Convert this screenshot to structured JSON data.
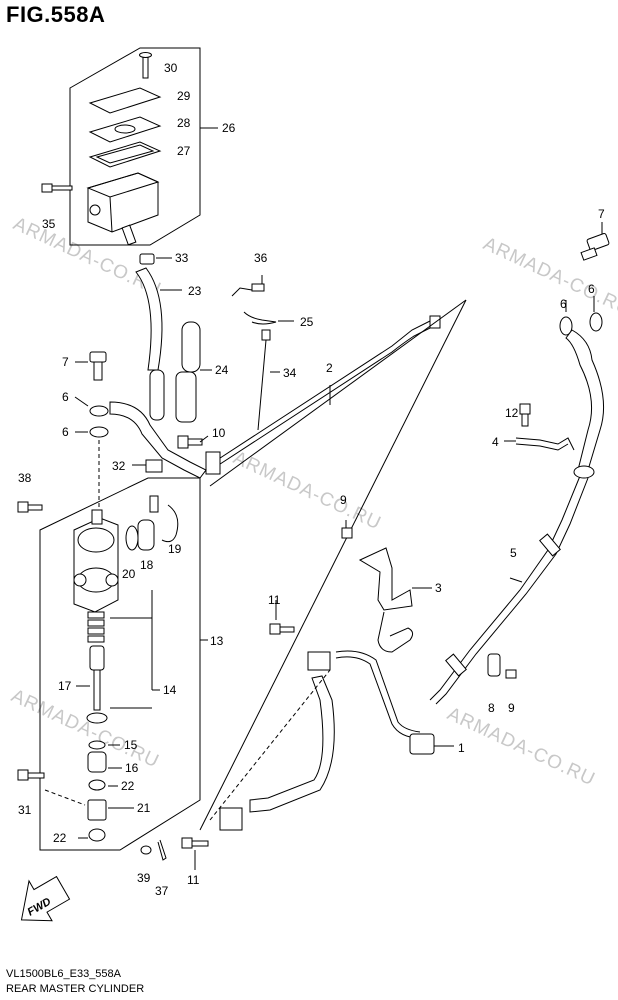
{
  "figure": {
    "title": "FIG.558A",
    "code": "VL1500BL6_E33_558A",
    "name": "REAR MASTER CYLINDER"
  },
  "watermark": "ARMADA-CO.RU",
  "fwd_label": "FWD",
  "callouts": [
    "30",
    "29",
    "28",
    "26",
    "27",
    "35",
    "33",
    "23",
    "36",
    "25",
    "24",
    "34",
    "2",
    "7",
    "6",
    "10",
    "32",
    "38",
    "20",
    "18",
    "19",
    "13",
    "14",
    "17",
    "15",
    "16",
    "22",
    "21",
    "31",
    "39",
    "37",
    "11",
    "9",
    "3",
    "8",
    "5",
    "4",
    "12",
    "1"
  ]
}
